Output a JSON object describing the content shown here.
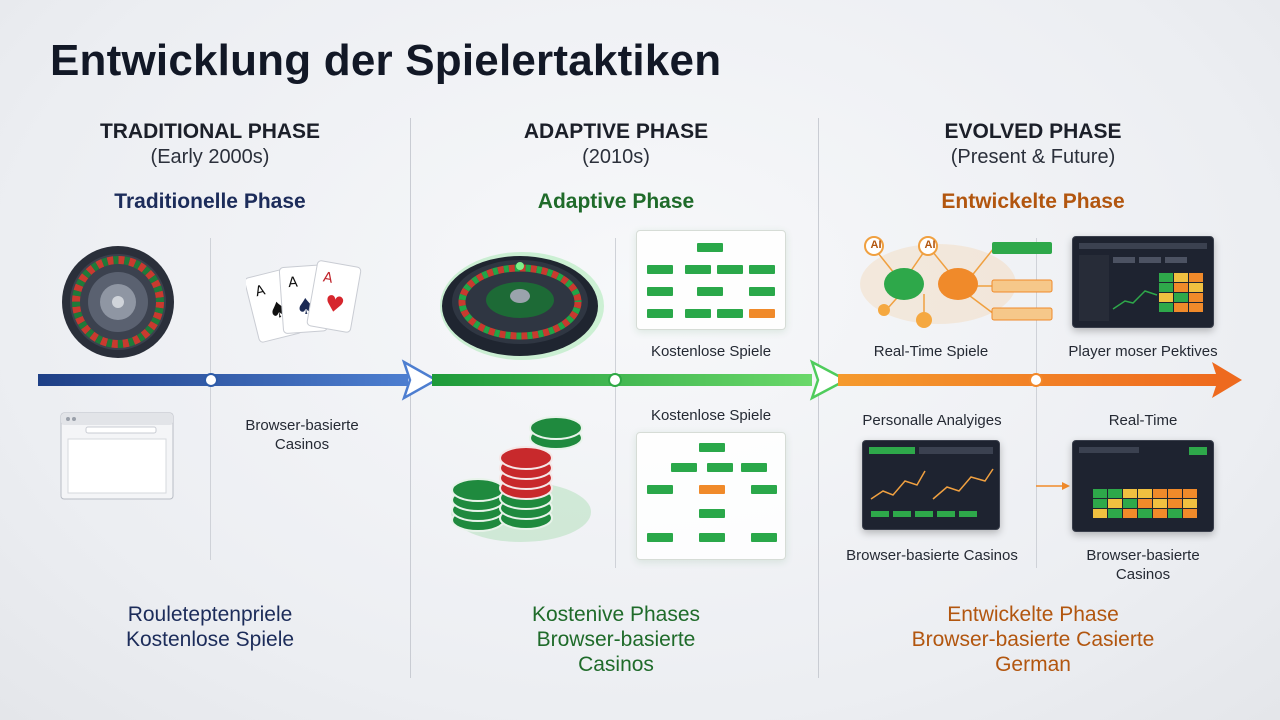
{
  "title": "Entwicklung der Spielertaktiken",
  "colors": {
    "navy": "#1c2c5a",
    "green": "#1f6b2a",
    "orange": "#b2560f",
    "arrow_blue": "#2d5ba8",
    "arrow_green": "#3cbf4e",
    "arrow_orange": "#f2882a"
  },
  "phases": [
    {
      "name": "TRADITIONAL PHASE",
      "period": "(Early 2000s)",
      "name_de": "Traditionelle Phase",
      "labels": {
        "browser": "Browser-basierte Casinos"
      },
      "bottom": [
        "Rouleteptenpriele",
        "Kostenlose Spiele"
      ],
      "icons": [
        "roulette-wheel-icon",
        "playing-cards-icon",
        "browser-window-icon"
      ]
    },
    {
      "name": "ADAPTIVE PHASE",
      "period": "(2010s)",
      "name_de": "Adaptive Phase",
      "labels": {
        "top": "Kostenlose Spiele",
        "mid": "Kostenlose Spiele"
      },
      "bottom": [
        "Kostenive Phases",
        "Browser-basierte",
        "Casinos"
      ],
      "icons": [
        "roulette-wheel-icon",
        "poker-chips-icon",
        "flowchart-icon"
      ]
    },
    {
      "name": "EVOLVED PHASE",
      "period": "(Present & Future)",
      "name_de": "Entwickelte Phase",
      "labels": {
        "realtime_games": "Real-Time Spiele",
        "player": "Player moser Pektives",
        "personal": "Personalle Analyiges",
        "realtime": "Real-Time",
        "browser_a": "Browser-basierte Casinos",
        "browser_b": "Browser-basierte Casinos"
      },
      "bottom": [
        "Entwickelte Phase",
        "Browser-basierte Casierte",
        "German"
      ],
      "ai_label": "AI",
      "icons": [
        "ai-brain-icon",
        "dashboard-icon",
        "line-chart-icon",
        "heatmap-icon"
      ]
    }
  ]
}
